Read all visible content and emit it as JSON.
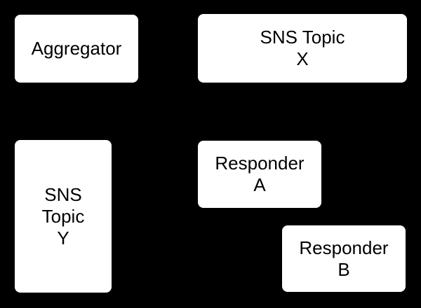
{
  "colors": {
    "background": "#000000",
    "node_fill": "#ffffff",
    "node_text": "#000000"
  },
  "diagram": {
    "type": "architecture-diagram",
    "nodes": [
      {
        "name": "aggregator",
        "label": "Aggregator",
        "lines": [
          "Aggregator"
        ]
      },
      {
        "name": "sns-topic-x",
        "label": "SNS Topic X",
        "lines": [
          "SNS Topic",
          "X"
        ]
      },
      {
        "name": "sns-topic-y",
        "label": "SNS Topic Y",
        "lines": [
          "SNS",
          "Topic",
          "Y"
        ]
      },
      {
        "name": "responder-a",
        "label": "Responder A",
        "lines": [
          "Responder",
          "A"
        ]
      },
      {
        "name": "responder-b",
        "label": "Responder B",
        "lines": [
          "Responder",
          "B"
        ]
      }
    ]
  }
}
